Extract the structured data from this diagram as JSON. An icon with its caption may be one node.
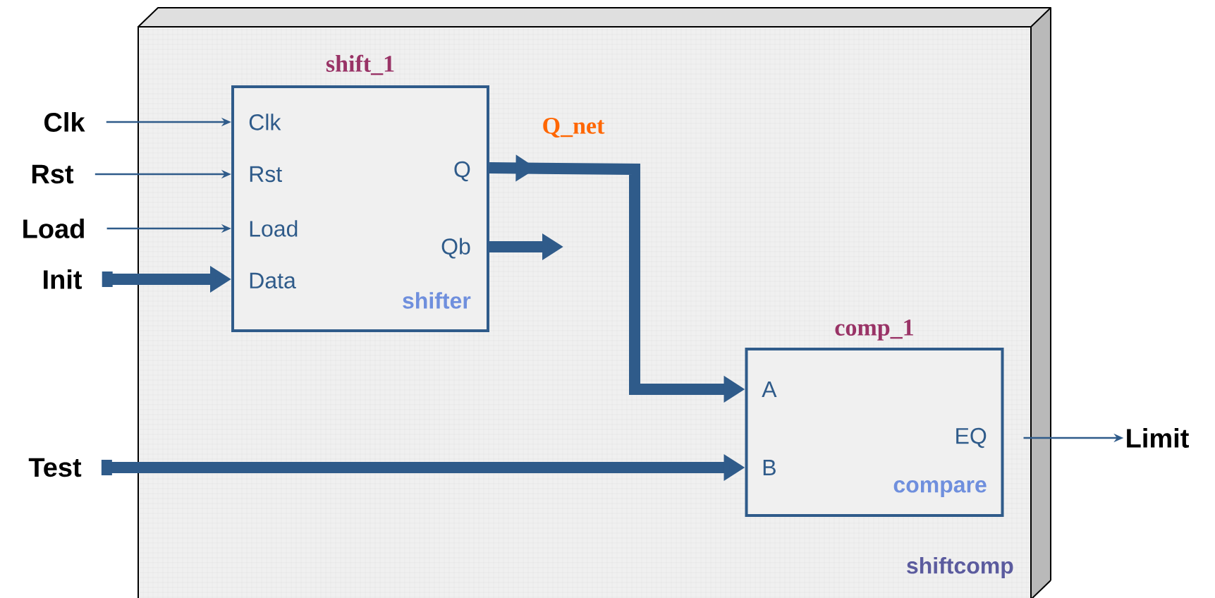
{
  "diagram": {
    "nodes": [
      {
        "text": [
          "shiftcomp"
        ]
      },
      {
        "text": [
          "shift_1",
          "Clk",
          "Rst",
          "Load",
          "Data",
          "Q",
          "Qb",
          "shifter"
        ],
        "in": 0
      },
      {
        "text": [
          "comp_1",
          "A",
          "B",
          "EQ",
          "compare"
        ],
        "in": 0
      },
      {
        "text": [
          "Clk"
        ]
      },
      {
        "text": [
          "Rst"
        ]
      },
      {
        "text": [
          "Load"
        ]
      },
      {
        "text": [
          "Init"
        ]
      },
      {
        "text": [
          "Test"
        ]
      },
      {
        "text": [
          "Limit"
        ]
      }
    ],
    "edges": [
      {
        "from": 3,
        "to": 1,
        "arrow": "to"
      },
      {
        "from": 4,
        "to": 1,
        "arrow": "to"
      },
      {
        "from": 5,
        "to": 1,
        "arrow": "to"
      },
      {
        "from": 6,
        "to": 1,
        "arrow": "to",
        "style": "thick"
      },
      {
        "from": 1,
        "to": 2,
        "arrow": "to",
        "style": "thick",
        "label": "Q_net"
      },
      {
        "from": 1,
        "to": null,
        "arrow": "to",
        "style": "thick"
      },
      {
        "from": 7,
        "to": 2,
        "arrow": "to",
        "style": "thick"
      },
      {
        "from": 2,
        "to": 8,
        "arrow": "to"
      }
    ]
  }
}
